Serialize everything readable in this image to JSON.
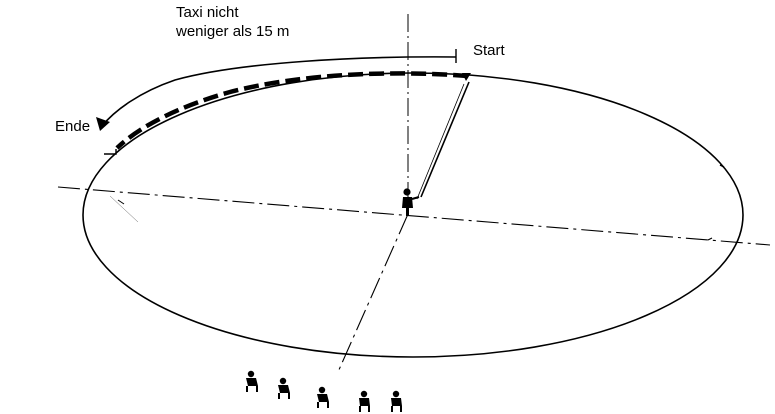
{
  "labels": {
    "taxi_line1": "Taxi nicht",
    "taxi_line2": "weniger als 15 m",
    "start": "Start",
    "ende": "Ende"
  },
  "colors": {
    "ink": "#000000",
    "background": "#ffffff"
  },
  "icons": {
    "center_figure": "standing-person-icon",
    "spectators": "seated-person-icon"
  }
}
